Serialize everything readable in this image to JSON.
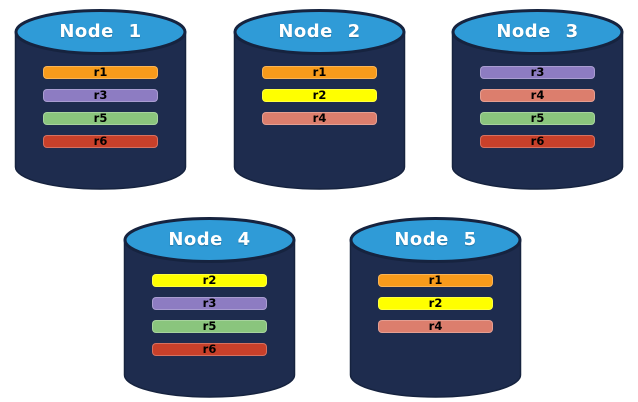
{
  "colors": {
    "background": "#FFFFFF",
    "cylinder_body": "#1E2C4E",
    "cylinder_top": "#2F9BD7",
    "cylinder_outline": "#16233F",
    "title_color": "#FFFFFF",
    "label_color": "#000000",
    "replica_colors": {
      "r1": "#F89B1B",
      "r2": "#FFFF00",
      "r3": "#8D7CC2",
      "r4": "#DC7E6D",
      "r5": "#8AC57D",
      "r6": "#C8402A"
    }
  },
  "nodes": [
    {
      "label": "Node 1",
      "replicas": [
        "r1",
        "r3",
        "r5",
        "r6"
      ]
    },
    {
      "label": "Node 2",
      "replicas": [
        "r1",
        "r2",
        "r4"
      ]
    },
    {
      "label": "Node 3",
      "replicas": [
        "r3",
        "r4",
        "r5",
        "r6"
      ]
    },
    {
      "label": "Node 4",
      "replicas": [
        "r2",
        "r3",
        "r5",
        "r6"
      ]
    },
    {
      "label": "Node 5",
      "replicas": [
        "r1",
        "r2",
        "r4"
      ]
    }
  ]
}
